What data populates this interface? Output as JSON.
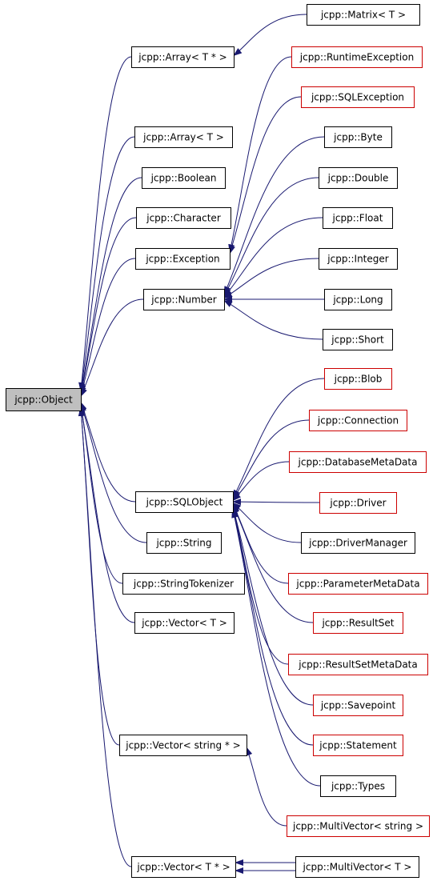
{
  "colors": {
    "edge": "#191970",
    "node_border_default": "#000000",
    "node_border_undocumented": "#cc0000",
    "node_fill_default": "#ffffff",
    "node_fill_root": "#bfbfbf"
  },
  "nodes": [
    {
      "id": "object",
      "label": "jcpp::Object",
      "style": "root"
    },
    {
      "id": "array_tp",
      "label": "jcpp::Array< T * >",
      "style": "default"
    },
    {
      "id": "matrix",
      "label": "jcpp::Matrix< T >",
      "style": "default"
    },
    {
      "id": "array_t",
      "label": "jcpp::Array< T >",
      "style": "default"
    },
    {
      "id": "boolean",
      "label": "jcpp::Boolean",
      "style": "default"
    },
    {
      "id": "character",
      "label": "jcpp::Character",
      "style": "default"
    },
    {
      "id": "exception",
      "label": "jcpp::Exception",
      "style": "default"
    },
    {
      "id": "runtime_exception",
      "label": "jcpp::RuntimeException",
      "style": "undocumented"
    },
    {
      "id": "sql_exception",
      "label": "jcpp::SQLException",
      "style": "undocumented"
    },
    {
      "id": "number",
      "label": "jcpp::Number",
      "style": "default"
    },
    {
      "id": "byte",
      "label": "jcpp::Byte",
      "style": "default"
    },
    {
      "id": "double",
      "label": "jcpp::Double",
      "style": "default"
    },
    {
      "id": "float",
      "label": "jcpp::Float",
      "style": "default"
    },
    {
      "id": "integer",
      "label": "jcpp::Integer",
      "style": "default"
    },
    {
      "id": "long",
      "label": "jcpp::Long",
      "style": "default"
    },
    {
      "id": "short",
      "label": "jcpp::Short",
      "style": "default"
    },
    {
      "id": "sqlobject",
      "label": "jcpp::SQLObject",
      "style": "default"
    },
    {
      "id": "blob",
      "label": "jcpp::Blob",
      "style": "undocumented"
    },
    {
      "id": "connection",
      "label": "jcpp::Connection",
      "style": "undocumented"
    },
    {
      "id": "dbmeta",
      "label": "jcpp::DatabaseMetaData",
      "style": "undocumented"
    },
    {
      "id": "driver",
      "label": "jcpp::Driver",
      "style": "undocumented"
    },
    {
      "id": "drivermanager",
      "label": "jcpp::DriverManager",
      "style": "default"
    },
    {
      "id": "parammeta",
      "label": "jcpp::ParameterMetaData",
      "style": "undocumented"
    },
    {
      "id": "resultset",
      "label": "jcpp::ResultSet",
      "style": "undocumented"
    },
    {
      "id": "rsmeta",
      "label": "jcpp::ResultSetMetaData",
      "style": "undocumented"
    },
    {
      "id": "savepoint",
      "label": "jcpp::Savepoint",
      "style": "undocumented"
    },
    {
      "id": "statement",
      "label": "jcpp::Statement",
      "style": "undocumented"
    },
    {
      "id": "types",
      "label": "jcpp::Types",
      "style": "default"
    },
    {
      "id": "string",
      "label": "jcpp::String",
      "style": "default"
    },
    {
      "id": "tokenizer",
      "label": "jcpp::StringTokenizer",
      "style": "default"
    },
    {
      "id": "vector_t",
      "label": "jcpp::Vector< T >",
      "style": "default"
    },
    {
      "id": "vector_strp",
      "label": "jcpp::Vector< string * >",
      "style": "default"
    },
    {
      "id": "multivector_str",
      "label": "jcpp::MultiVector< string >",
      "style": "undocumented"
    },
    {
      "id": "vector_tp",
      "label": "jcpp::Vector< T * >",
      "style": "default"
    },
    {
      "id": "multivector_t",
      "label": "jcpp::MultiVector< T >",
      "style": "default"
    }
  ],
  "edges": [
    {
      "from": "matrix",
      "to": "array_tp"
    },
    {
      "from": "array_tp",
      "to": "object"
    },
    {
      "from": "array_t",
      "to": "object"
    },
    {
      "from": "boolean",
      "to": "object"
    },
    {
      "from": "character",
      "to": "object"
    },
    {
      "from": "exception",
      "to": "object"
    },
    {
      "from": "runtime_exception",
      "to": "exception"
    },
    {
      "from": "sql_exception",
      "to": "exception"
    },
    {
      "from": "number",
      "to": "object"
    },
    {
      "from": "byte",
      "to": "number"
    },
    {
      "from": "double",
      "to": "number"
    },
    {
      "from": "float",
      "to": "number"
    },
    {
      "from": "integer",
      "to": "number"
    },
    {
      "from": "long",
      "to": "number"
    },
    {
      "from": "short",
      "to": "number"
    },
    {
      "from": "sqlobject",
      "to": "object"
    },
    {
      "from": "blob",
      "to": "sqlobject"
    },
    {
      "from": "connection",
      "to": "sqlobject"
    },
    {
      "from": "dbmeta",
      "to": "sqlobject"
    },
    {
      "from": "driver",
      "to": "sqlobject"
    },
    {
      "from": "drivermanager",
      "to": "sqlobject"
    },
    {
      "from": "parammeta",
      "to": "sqlobject"
    },
    {
      "from": "resultset",
      "to": "sqlobject"
    },
    {
      "from": "rsmeta",
      "to": "sqlobject"
    },
    {
      "from": "savepoint",
      "to": "sqlobject"
    },
    {
      "from": "statement",
      "to": "sqlobject"
    },
    {
      "from": "types",
      "to": "sqlobject"
    },
    {
      "from": "string",
      "to": "object"
    },
    {
      "from": "tokenizer",
      "to": "object"
    },
    {
      "from": "vector_t",
      "to": "object"
    },
    {
      "from": "vector_strp",
      "to": "object"
    },
    {
      "from": "multivector_str",
      "to": "vector_strp"
    },
    {
      "from": "vector_tp",
      "to": "object"
    },
    {
      "from": "multivector_t",
      "to": "vector_tp"
    },
    {
      "from": "multivector_t",
      "to": "vector_tp"
    }
  ]
}
